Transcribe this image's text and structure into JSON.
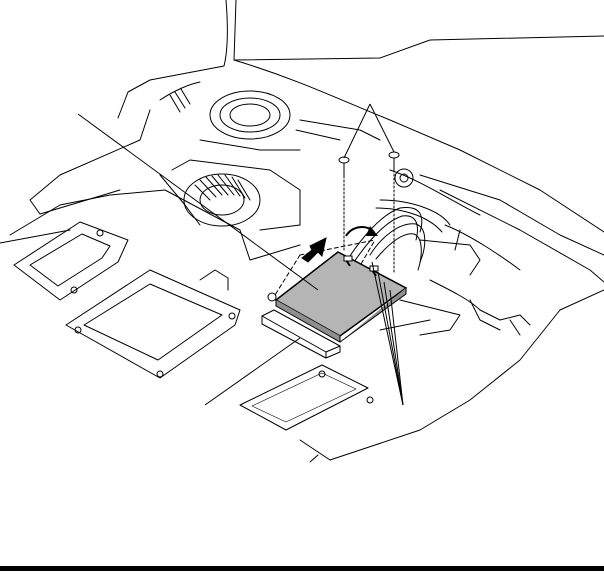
{
  "figure": {
    "parts": [
      "chassis-outline",
      "cooling-fan",
      "speaker",
      "left-bracket",
      "center-bracket",
      "cover-plate",
      "wireless-lan-card",
      "card-slot-connector",
      "retaining-screws",
      "antenna-cables"
    ],
    "callouts": [
      "card-callout",
      "slot-callout",
      "screws-callout",
      "antenna-callout"
    ],
    "colors": {
      "line": "#000000",
      "card": "#b5b5b5",
      "arrow": "#000000",
      "background": "#ffffff"
    },
    "icons": [
      "slide-out-arrow-icon",
      "lift-rotate-arrow-icon"
    ]
  }
}
